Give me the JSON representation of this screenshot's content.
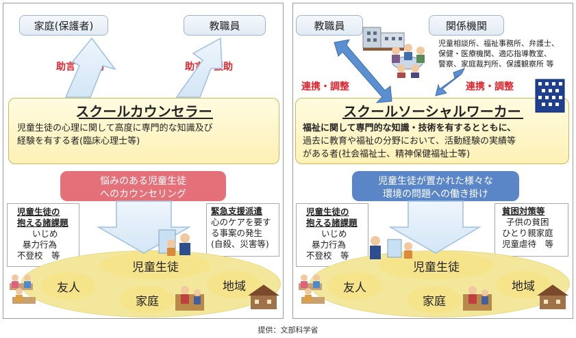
{
  "left": {
    "roles": [
      "家庭(保護者)",
      "教職員"
    ],
    "advice_label": "助言・援助",
    "title": "スクールカウンセラー",
    "desc_lines": [
      "児童生徒の心理に関して高度に専門的な知識及び",
      "経験を有する者(臨床心理士等)"
    ],
    "action_lines": [
      "悩みのある児童生徒",
      "へのカウンセリング"
    ],
    "issues": {
      "heading_lines": [
        "児童生徒の",
        "抱える諸課題"
      ],
      "items": [
        "いじめ",
        "暴力行為",
        "不登校　等"
      ]
    },
    "emergency": {
      "heading": "緊急支援派遣",
      "items": [
        "心のケアを要す",
        "る事案の発生",
        "(自殺、災害等)"
      ]
    },
    "student": "児童生徒",
    "friends": "友人",
    "home": "家庭",
    "community": "地域"
  },
  "right": {
    "roles": [
      "教職員",
      "関係機関"
    ],
    "agencies_lines": [
      "児童相談所、福祉事務所、弁護士、",
      "保健・医療機関、適応指導教室、",
      "警察、家庭裁判所、保護観察所 等"
    ],
    "coord_label": "連携・調整",
    "title": "スクールソーシャルワーカー",
    "desc_lines": [
      "福祉に関して専門的な知識・技術を有するとともに、",
      "過去に教育や福祉の分野において、活動経験の実績等",
      "がある者(社会福祉士、精神保健福祉士等)"
    ],
    "action_lines": [
      "児童生徒が置かれた様々な",
      "環境の問題への働き掛け"
    ],
    "issues": {
      "heading_lines": [
        "児童生徒の",
        "抱える諸課題"
      ],
      "items": [
        "いじめ",
        "暴力行為",
        "不登校　等"
      ]
    },
    "poverty": {
      "heading": "貧困対策等",
      "items": [
        "子供の貧困",
        "ひとり親家庭",
        "児童虐待　等"
      ]
    },
    "student": "児童生徒",
    "friends": "友人",
    "home": "家庭",
    "community": "地域"
  },
  "credit": "提供：文部科学省",
  "colors": {
    "red_action": "#e4707a",
    "blue_action": "#5a86c8",
    "arrow_fill": "#dceaf8",
    "arrow_stroke": "#9cc0e0",
    "red_text": "#e0242c"
  }
}
